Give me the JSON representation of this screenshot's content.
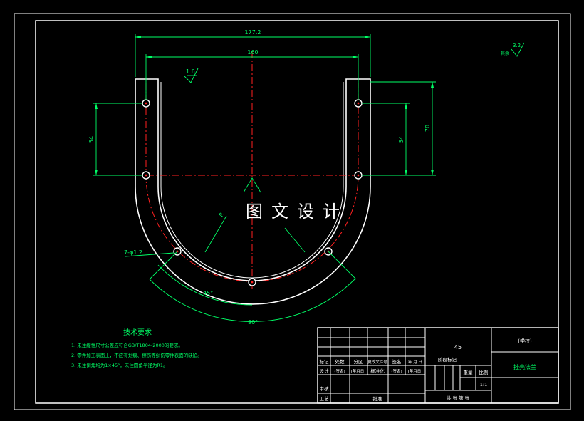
{
  "colors": {
    "background": "#000000",
    "frame": "#ffffff",
    "dimension": "#00ff66",
    "center_line": "#ff2020",
    "text_green": "#00ff66",
    "text_white": "#ffffff"
  },
  "watermark": "图文设计",
  "dimensions": {
    "overall_width": "177.2",
    "center_width": "160",
    "height_left": "54",
    "height_right_inner": "54",
    "height_right_outer": "70",
    "surface_finish": "1.6",
    "radius": "R",
    "hole_spec": "7-φ1.2",
    "angle_45": "45°",
    "angle_90": "90°"
  },
  "roughness_note": {
    "label": "其余",
    "value": "3.2"
  },
  "tech_requirements": {
    "title": "技术要求",
    "items": [
      "1. 未注線性尺寸公差应符合GB/T1804-2000的要求。",
      "2. 零件加工表面上，不应有划痕、擦伤等损伤零件表面的缺陷。",
      "3. 未注倒角均为1×45°，未注圆角半径为R1。"
    ]
  },
  "title_block": {
    "material": "45",
    "school": "(学校)",
    "part_name": "挂壳法兰",
    "scale": "1:1",
    "weight_label": "重量",
    "scale_label": "比例",
    "sheet_info": "共  张  第  张",
    "header_row": [
      "标记",
      "处数",
      "分区",
      "更改文件号",
      "签名",
      "年.月.日"
    ],
    "design_row": [
      "设计",
      "(签名)",
      "(年月日)",
      "标准化",
      "(签名)",
      "(年月日)"
    ],
    "review_label": "审核",
    "process_label": "工艺",
    "approve_label": "批准",
    "stage_label": "阶段标记"
  }
}
